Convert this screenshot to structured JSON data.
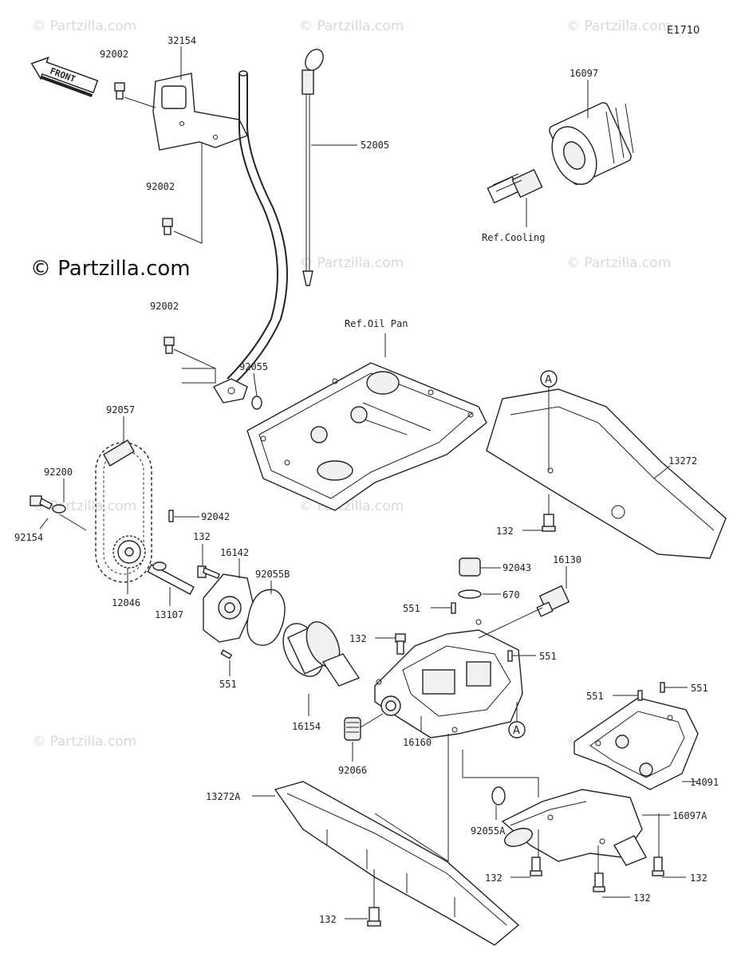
{
  "diagram_code": "E1710",
  "front_label": "FRONT",
  "watermarks": {
    "copyright_main": "© Partzilla.com",
    "small": "© Partzilla.com"
  },
  "refs": {
    "cooling": "Ref.Cooling",
    "oil_pan": "Ref.Oil Pan"
  },
  "callouts": {
    "circle_a_upper": "A",
    "circle_a_lower": "A"
  },
  "parts": {
    "p32154": "32154",
    "p92002_top": "92002",
    "p92002_mid": "92002",
    "p92002_low": "92002",
    "p52005": "52005",
    "p16097": "16097",
    "p92055": "92055",
    "p92057": "92057",
    "p92200": "92200",
    "p92154": "92154",
    "p92042": "92042",
    "p132_pump": "132",
    "p16142": "16142",
    "p92055B": "92055B",
    "p12046": "12046",
    "p13107": "13107",
    "p551_pump": "551",
    "p13272": "13272",
    "p132_a": "132",
    "p92043": "92043",
    "p16130": "16130",
    "p670": "670",
    "p551_top": "551",
    "p132_body": "132",
    "p551_right": "551",
    "p16154": "16154",
    "p92066": "92066",
    "p16160": "16160",
    "p551_c1": "551",
    "p551_c2": "551",
    "p14091": "14091",
    "p13272A": "13272A",
    "p92055A": "92055A",
    "p16097A": "16097A",
    "p132_f1": "132",
    "p132_f2": "132",
    "p132_f3": "132",
    "p132_bottom": "132"
  }
}
